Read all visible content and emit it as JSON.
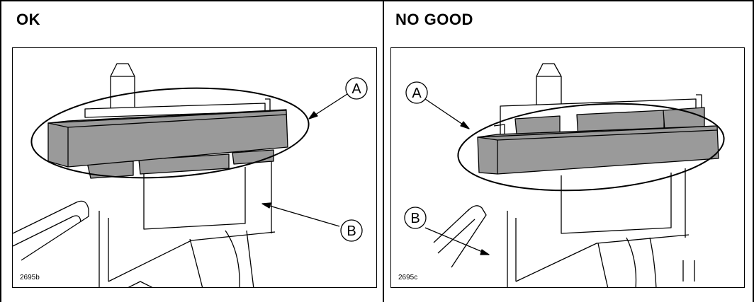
{
  "panels": {
    "ok": {
      "heading": "OK",
      "callout_a": "A",
      "callout_b": "B",
      "figure_code": "2695b"
    },
    "no_good": {
      "heading": "NO GOOD",
      "callout_a": "A",
      "callout_b": "B",
      "figure_code": "2695c"
    }
  },
  "colors": {
    "line": "#000000",
    "housing_fill": "#9a9a9a",
    "background": "#ffffff"
  }
}
